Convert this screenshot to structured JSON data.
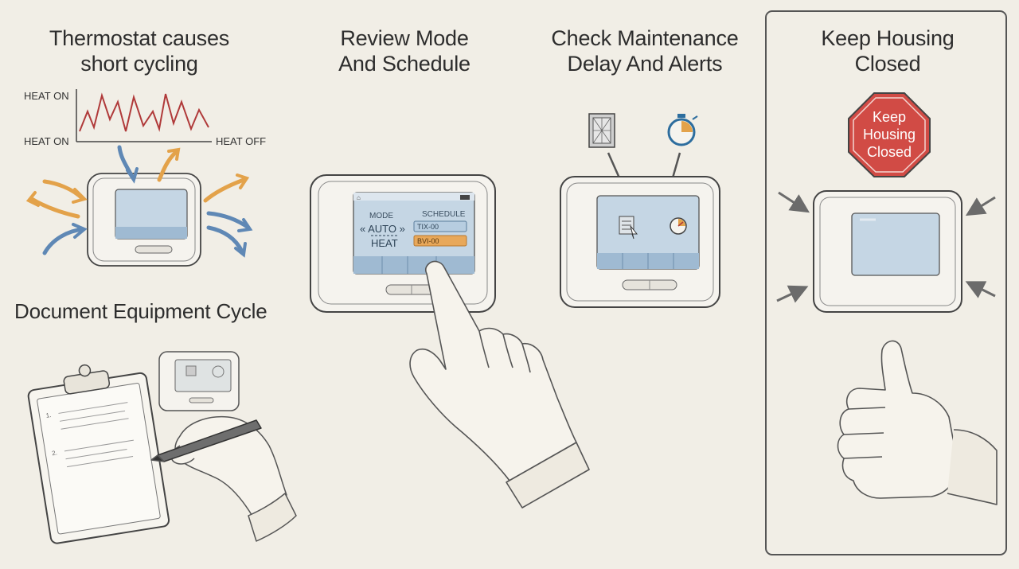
{
  "panels": {
    "cycling": {
      "title_line1": "Thermostat causes",
      "title_line2": "short cycling",
      "graph_label_top": "HEAT ON",
      "graph_label_bottom": "HEAT ON",
      "graph_label_right": "HEAT OFF"
    },
    "document": {
      "title": "Document Equipment Cycle",
      "list_num_1": "1.",
      "list_num_2": "2."
    },
    "review": {
      "title_line1": "Review Mode",
      "title_line2": "And Schedule",
      "mode_label": "MODE",
      "schedule_label": "SCHEDULE",
      "mode_value": "« AUTO »",
      "mode_alt": "HEAT",
      "schedule_row1": "TIX-00",
      "schedule_row2": "BVI-00"
    },
    "maintenance": {
      "title_line1": "Check Maintenance",
      "title_line2": "Delay And Alerts"
    },
    "housing": {
      "title_line1": "Keep Housing",
      "title_line2": "Closed",
      "stop_line1": "Keep",
      "stop_line2": "Housing",
      "stop_line3": "Closed"
    }
  },
  "colors": {
    "background": "#f1eee6",
    "screen": "#c5d6e4",
    "heat_arrow": "#e3a24a",
    "cool_arrow": "#5f88b5",
    "graph_line": "#b03a3a",
    "stop_sign": "#d14b45",
    "schedule_highlight": "#e8a85a"
  }
}
